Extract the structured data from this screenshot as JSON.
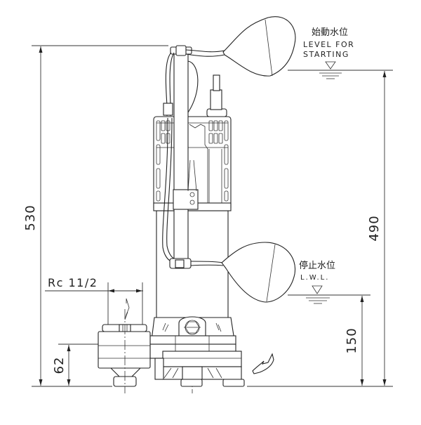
{
  "drawing": {
    "type": "submersible pump dimensional drawing",
    "units": "mm",
    "line_color": "#222222",
    "background": "#ffffff"
  },
  "levels": {
    "start": {
      "label_jp": "始動水位",
      "label_en_line1": "LEVEL FOR",
      "label_en_line2": "STARTING",
      "symbol": "water-level-triangle"
    },
    "stop": {
      "label_jp": "停止水位",
      "label_en": "L.W.L.",
      "symbol": "water-level-triangle"
    }
  },
  "dimensions": {
    "overall_height": "530",
    "start_level_height": "490",
    "stop_level_height": "150",
    "outlet_center_height": "62",
    "outlet_thread": "Rc 11/2"
  },
  "components": {
    "upper_float": "float-switch-start",
    "lower_float": "float-switch-stop",
    "motor": "motor-housing",
    "handle": "lifting-handle",
    "cable": "power-cable",
    "outlet": "discharge-outlet",
    "base": "pump-casing"
  }
}
